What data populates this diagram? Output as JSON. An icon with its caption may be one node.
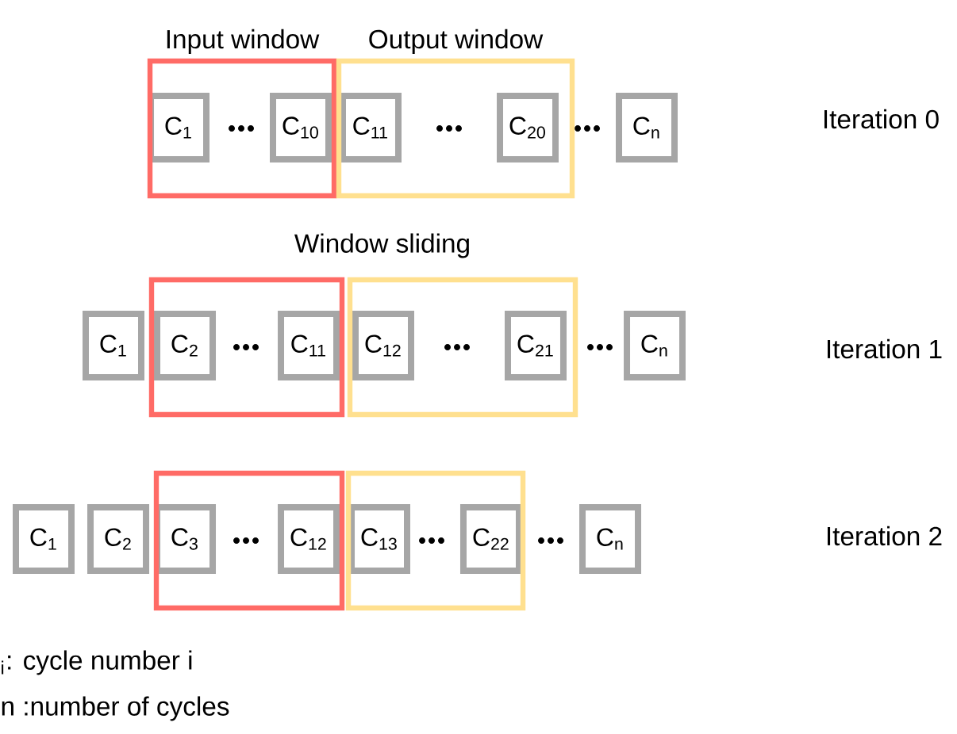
{
  "diagram": {
    "nodes": [
      {
        "text": [
          "Input window"
        ]
      },
      {
        "text": [
          "C$_{1}$"
        ],
        "in": 0
      },
      {
        "text": [
          "C$_{10}$"
        ],
        "in": 0
      },
      {
        "text": [
          "Output window"
        ]
      },
      {
        "text": [
          "C$_{11}$"
        ],
        "in": 3
      },
      {
        "text": [
          "C$_{20}$"
        ],
        "in": 3
      },
      {
        "text": [
          "C$_{n}$"
        ]
      },
      {
        "text": [
          "C$_{1}$"
        ]
      },
      {
        "text": [],
        "shape": "box"
      },
      {
        "text": [
          "C$_{2}$"
        ],
        "in": 8
      },
      {
        "text": [
          "C$_{11}$"
        ],
        "in": 8
      },
      {
        "text": [],
        "shape": "box"
      },
      {
        "text": [
          "C$_{12}$"
        ],
        "in": 11
      },
      {
        "text": [
          "C$_{21}$"
        ],
        "in": 11
      },
      {
        "text": [
          "C$_{n}$"
        ]
      },
      {
        "text": [
          "C$_{1}$"
        ]
      },
      {
        "text": [
          "C$_{2}$"
        ]
      },
      {
        "text": [],
        "shape": "box"
      },
      {
        "text": [
          "C$_{3}$"
        ],
        "in": 17
      },
      {
        "text": [
          "C$_{12}$"
        ],
        "in": 17
      },
      {
        "text": [],
        "shape": "box"
      },
      {
        "text": [
          "C$_{13}$"
        ],
        "in": 20
      },
      {
        "text": [
          "C$_{22}$"
        ],
        "in": 20
      },
      {
        "text": [
          "C$_{n}$"
        ]
      }
    ],
    "labels": [
      "Iteration 0",
      "Window sliding",
      "Iteration 1",
      "Iteration 2",
      "$_{i}$: cycle number i",
      "n :number of cycles"
    ]
  }
}
